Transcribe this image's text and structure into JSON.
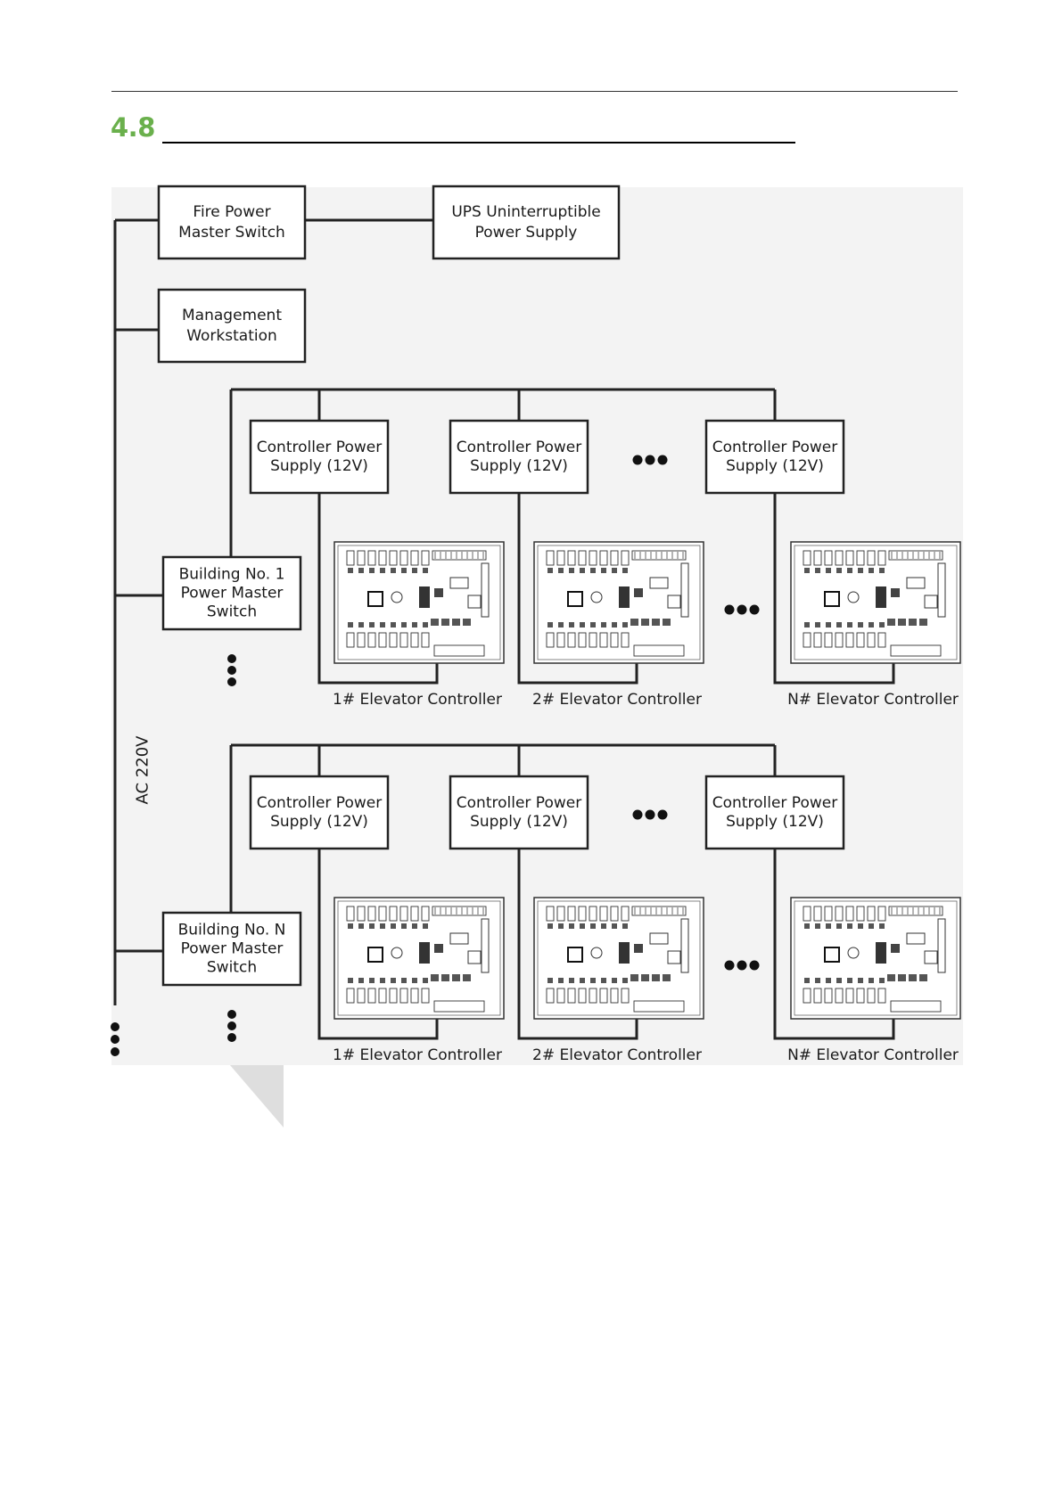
{
  "header": {
    "section_number": "4.8",
    "section_number_color": "#6ab04c"
  },
  "diagram": {
    "power_label": "AC 220V",
    "fire_switch": [
      "Fire Power",
      "Master Switch"
    ],
    "ups": [
      "UPS Uninterruptible",
      "Power Supply"
    ],
    "workstation": [
      "Management",
      "Workstation"
    ],
    "buildings": [
      {
        "switch": [
          "Building No. 1",
          "Power Master",
          "Switch"
        ],
        "power_supplies": [
          [
            "Controller Power",
            "Supply (12V)"
          ],
          [
            "Controller Power",
            "Supply (12V)"
          ],
          [
            "Controller Power",
            "Supply (12V)"
          ]
        ],
        "controllers": [
          "1# Elevator Controller",
          "2# Elevator Controller",
          "N# Elevator Controller"
        ]
      },
      {
        "switch": [
          "Building No. N",
          "Power Master",
          "Switch"
        ],
        "power_supplies": [
          [
            "Controller Power",
            "Supply (12V)"
          ],
          [
            "Controller Power",
            "Supply (12V)"
          ],
          [
            "Controller Power",
            "Supply (12V)"
          ]
        ],
        "controllers": [
          "1# Elevator Controller",
          "2# Elevator Controller",
          "N# Elevator Controller"
        ]
      }
    ],
    "line_color": "#222222",
    "box_fill": "#ffffff"
  }
}
